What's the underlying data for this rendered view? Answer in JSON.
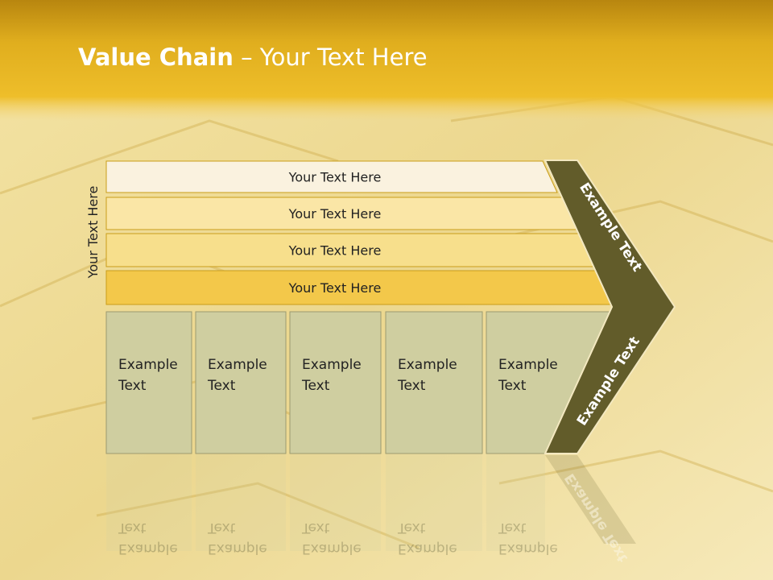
{
  "title": {
    "bold": "Value Chain",
    "rest": " – Your Text Here"
  },
  "side_label": "Your Text Here",
  "bars": [
    {
      "label": "Your Text Here",
      "color": "#faf2df"
    },
    {
      "label": "Your Text Here",
      "color": "#fae6a6"
    },
    {
      "label": "Your Text Here",
      "color": "#f7df8c"
    },
    {
      "label": "Your Text Here",
      "color": "#f3c84a"
    }
  ],
  "boxes": [
    {
      "line1": "Example",
      "line2": "Text"
    },
    {
      "line1": "Example",
      "line2": "Text"
    },
    {
      "line1": "Example",
      "line2": "Text"
    },
    {
      "line1": "Example",
      "line2": "Text"
    },
    {
      "line1": "Example",
      "line2": "Text"
    }
  ],
  "chevron": {
    "upper": "Example Text",
    "lower": "Example Text",
    "color": "#625c2a"
  },
  "colors": {
    "header": "#e9b81b",
    "box": "#cfcea0",
    "box_border": "#9b9a70",
    "bar_border": "#c99d1a"
  }
}
